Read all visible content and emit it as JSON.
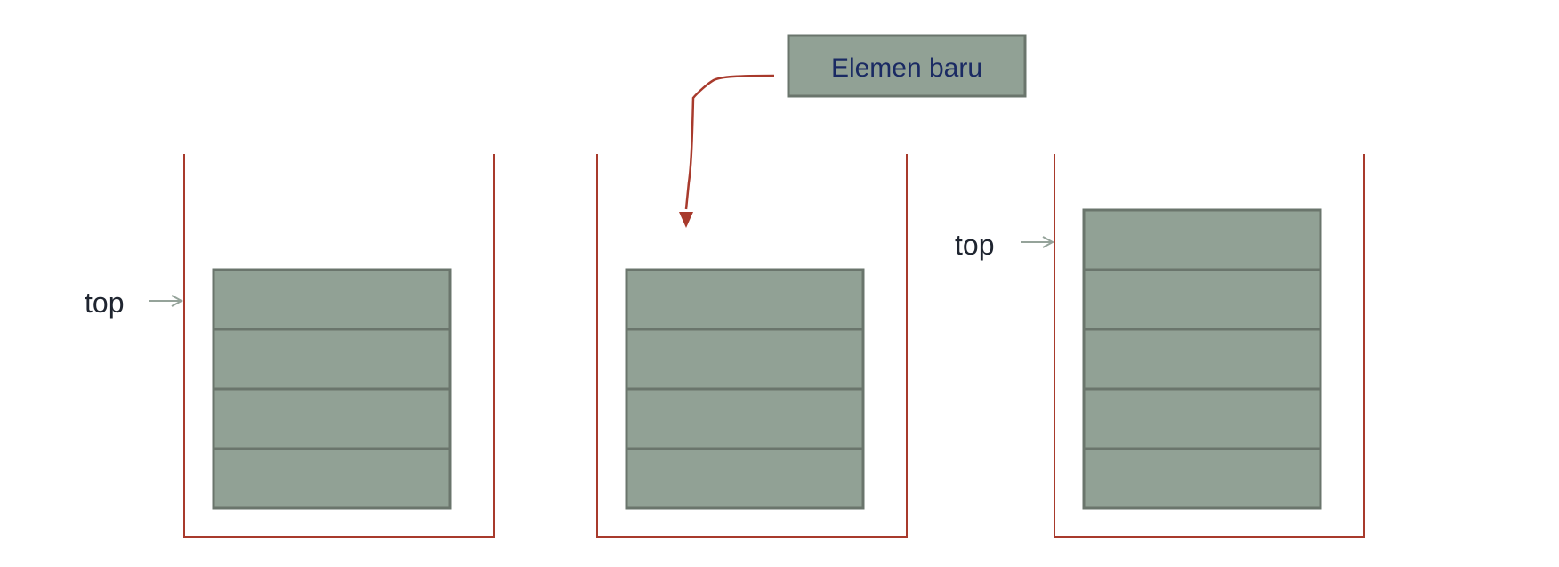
{
  "colors": {
    "stack_outline": "#a83a2c",
    "element_fill": "#91a195",
    "element_stroke": "#6a756c",
    "top_text": "#1f2530",
    "top_arrow": "#95a39a",
    "new_label_text": "#1a2a63",
    "insert_arrow": "#a83a2c"
  },
  "diagram": {
    "new_element_label": "Elemen baru",
    "stacks": [
      {
        "element_count": 4,
        "top_label": "top",
        "has_top_pointer": true
      },
      {
        "element_count": 4,
        "top_label": "",
        "has_top_pointer": false
      },
      {
        "element_count": 5,
        "top_label": "top",
        "has_top_pointer": true
      }
    ]
  }
}
